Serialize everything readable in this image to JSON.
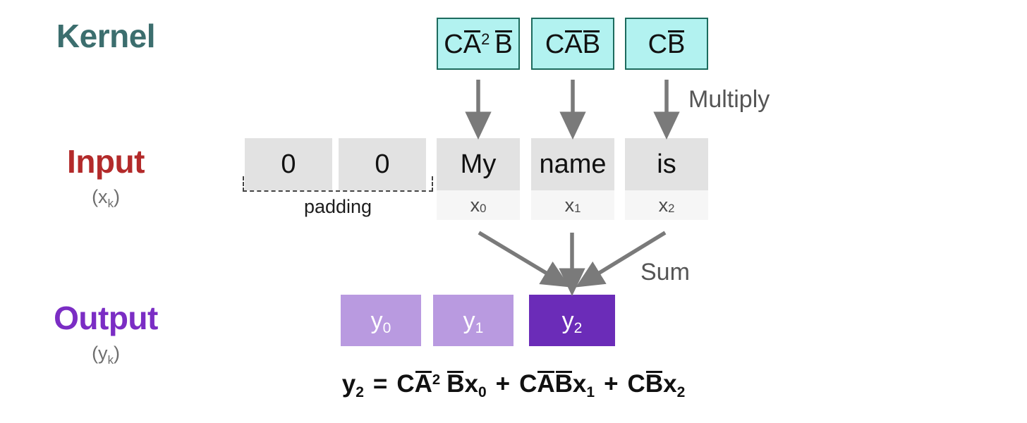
{
  "rows": {
    "kernel": {
      "label": "Kernel",
      "color": "#3c6e6e"
    },
    "input": {
      "label": "Input",
      "sublabel_base": "(x",
      "sublabel_sub": "k",
      "sublabel_close": ")",
      "color": "#b32a2a"
    },
    "output": {
      "label": "Output",
      "sublabel_base": "(y",
      "sublabel_sub": "k",
      "sublabel_close": ")",
      "color": "#7b2dc4"
    }
  },
  "kernel": {
    "fill": "#b2f2f0",
    "border": "#1d6b5e",
    "items": [
      {
        "name": "kernel-box-1",
        "text": "CA̅2 B̅",
        "parts": {
          "c": "C",
          "a": "A",
          "exp": "2",
          "b": "B"
        }
      },
      {
        "name": "kernel-box-2",
        "text": "CA̅B̅",
        "parts": {
          "c": "C",
          "a": "A",
          "exp": "",
          "b": "B"
        }
      },
      {
        "name": "kernel-box-3",
        "text": "CB̅",
        "parts": {
          "c": "C",
          "a": "",
          "exp": "",
          "b": "B"
        }
      }
    ]
  },
  "input": {
    "word_fill": "#e2e2e2",
    "sub_fill": "#f6f6f6",
    "cells": [
      {
        "word": "0",
        "sub": "",
        "sub_index": "",
        "has_sub": false
      },
      {
        "word": "0",
        "sub": "",
        "sub_index": "",
        "has_sub": false
      },
      {
        "word": "My",
        "sub": "x",
        "sub_index": "0",
        "has_sub": true
      },
      {
        "word": "name",
        "sub": "x",
        "sub_index": "1",
        "has_sub": true
      },
      {
        "word": "is",
        "sub": "x",
        "sub_index": "2",
        "has_sub": true
      }
    ],
    "padding_label": "padding"
  },
  "output": {
    "cells": [
      {
        "base": "y",
        "index": "0",
        "color": "#b99ae0",
        "highlighted": false
      },
      {
        "base": "y",
        "index": "1",
        "color": "#b99ae0",
        "highlighted": false
      },
      {
        "base": "y",
        "index": "2",
        "color": "#6b2cb8",
        "highlighted": true
      }
    ]
  },
  "annotations": {
    "multiply": "Multiply",
    "sum": "Sum",
    "arrow_color": "#7a7a7a"
  },
  "equation": {
    "text": "y2 = CA̅2 B̅x0 + CA̅B̅x1 + CB̅x2",
    "lhs_base": "y",
    "lhs_sub": "2",
    "equals": "=",
    "plus": "+",
    "term1": {
      "c": "C",
      "a": "A",
      "exp": "2",
      "b": "B",
      "x": "x",
      "xsub": "0"
    },
    "term2": {
      "c": "C",
      "a": "A",
      "exp": "",
      "b": "B",
      "x": "x",
      "xsub": "1"
    },
    "term3": {
      "c": "C",
      "a": "",
      "exp": "",
      "b": "B",
      "x": "x",
      "xsub": "2"
    }
  }
}
